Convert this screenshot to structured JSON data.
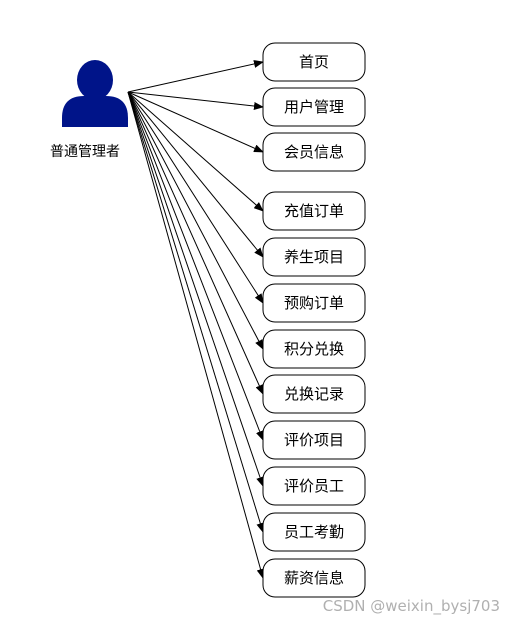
{
  "actor": {
    "label": "普通管理者",
    "icon": "user-icon",
    "color": "#001489"
  },
  "modules": [
    "首页",
    "用户管理",
    "会员信息",
    "充值订单",
    "养生项目",
    "预购订单",
    "积分兑换",
    "兑换记录",
    "评价项目",
    "评价员工",
    "员工考勤",
    "薪资信息"
  ],
  "watermark": "CSDN @weixin_bysj703"
}
